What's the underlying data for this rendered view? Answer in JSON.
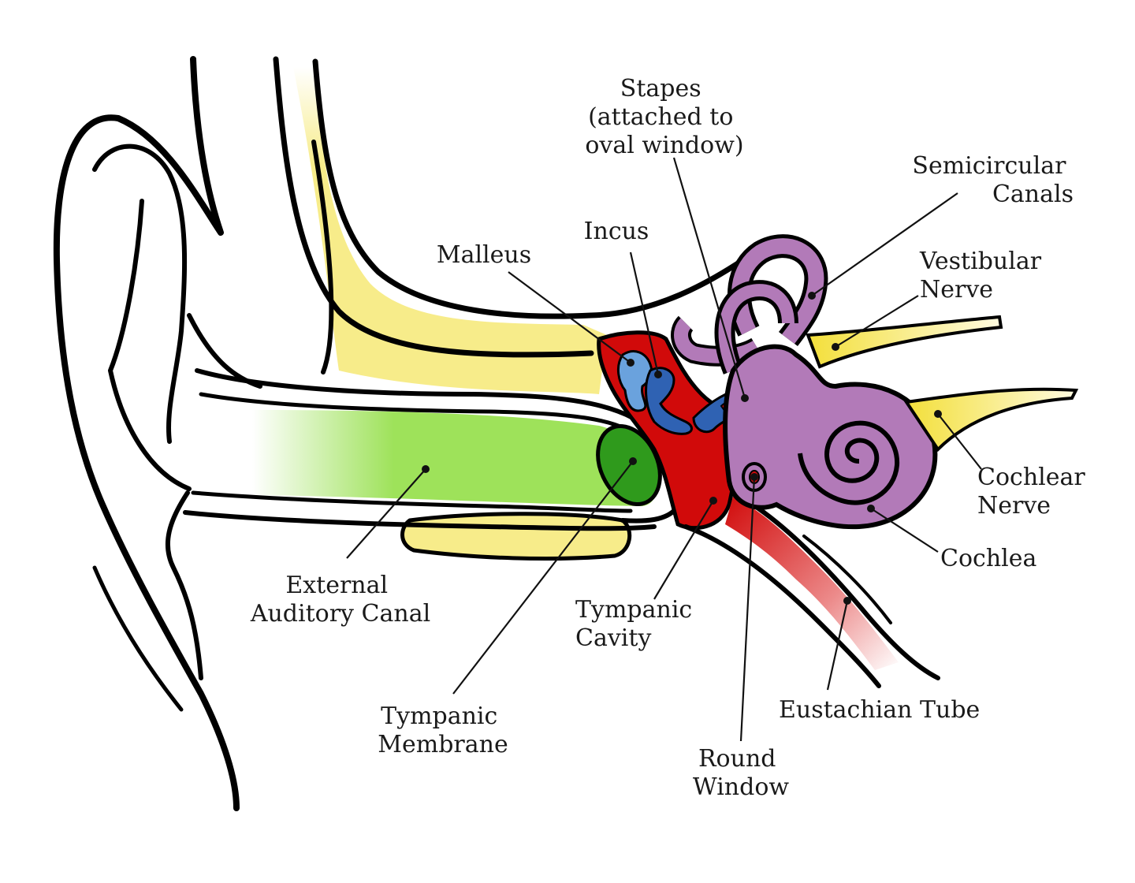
{
  "colors": {
    "canal_green": "#9ee25a",
    "membrane_green": "#2f9a1c",
    "bone_yellow": "#f7ec8a",
    "cavity_red": "#d10a0a",
    "ossicle_blue": "#6aa2dd",
    "ossicle_dark_blue": "#2f62b3",
    "inner_ear_purple": "#b27ab8",
    "nerve_yellow": "#f3df3a",
    "tube_pink": "#e25a5a"
  },
  "labels": {
    "stapes": [
      "Stapes",
      "(attached to",
      "oval window)"
    ],
    "semicircular_canals": [
      "Semicircular",
      "Canals"
    ],
    "incus": [
      "Incus"
    ],
    "malleus": [
      "Malleus"
    ],
    "vestibular_nerve": [
      "Vestibular",
      "Nerve"
    ],
    "cochlear_nerve": [
      "Cochlear",
      "Nerve"
    ],
    "cochlea": [
      "Cochlea"
    ],
    "external_auditory_canal": [
      "External",
      "Auditory Canal"
    ],
    "tympanic_cavity": [
      "Tympanic",
      "Cavity"
    ],
    "tympanic_membrane": [
      "Tympanic",
      "Membrane"
    ],
    "eustachian_tube": [
      "Eustachian Tube"
    ],
    "round_window": [
      "Round",
      "Window"
    ]
  }
}
